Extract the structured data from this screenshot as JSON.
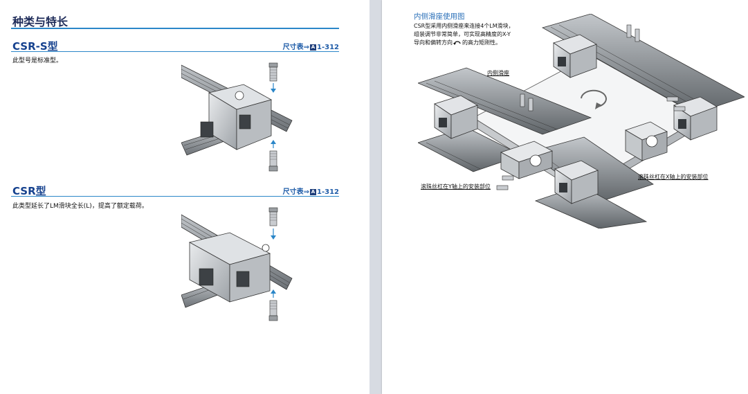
{
  "left": {
    "section_title": "种类与特长",
    "blocks": [
      {
        "title": "CSR-S型",
        "ref_prefix": "尺寸表⇒",
        "ref_box": "A",
        "ref_number": "1-312",
        "description": "此型号是标准型。"
      },
      {
        "title": "CSR型",
        "ref_prefix": "尺寸表⇒",
        "ref_box": "A",
        "ref_number": "1-312",
        "description": "此类型延长了LM滑块全长(L)，提高了额定载荷。"
      }
    ]
  },
  "right": {
    "figure_title": "内侧滑座使用图",
    "description_lines": [
      "CSR型采用内侧滑座来连接4个LM滑块，",
      "组装调节非常简单，可实现高精度的X-Y",
      "导向和偏转方向",
      "的高力矩刚性。"
    ],
    "labels": {
      "inner_slide": "内侧滑座",
      "y_axis_mount": "滚珠丝杠在Y轴上的安装部位",
      "x_axis_mount": "滚珠丝杠在X轴上的安装部位"
    }
  }
}
